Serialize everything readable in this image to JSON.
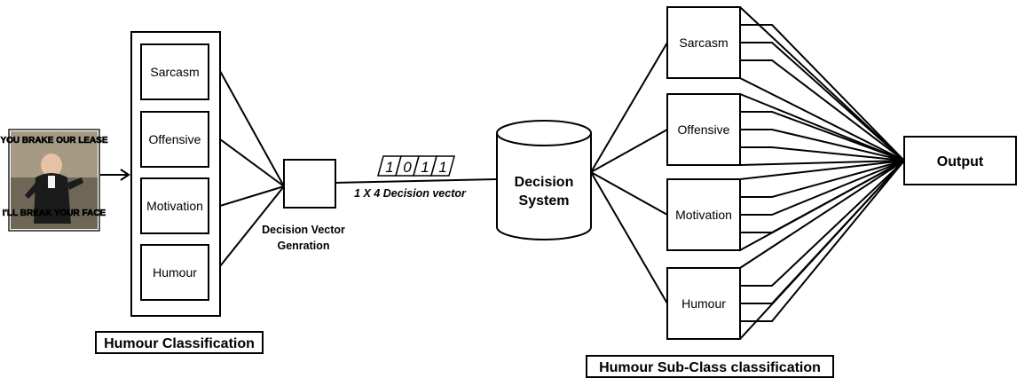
{
  "meme": {
    "top_text": "YOU BRAKE OUR LEASE",
    "bottom_text": "I'LL BREAK YOUR FACE"
  },
  "humour_classification": {
    "caption": "Humour Classification",
    "classes": [
      "Sarcasm",
      "Offensive",
      "Motivation",
      "Humour"
    ]
  },
  "decision_vector": {
    "caption_line1": "Decision Vector",
    "caption_line2": "Genration",
    "bits": [
      "1",
      "0",
      "1",
      "1"
    ],
    "label": "1 X 4 Decision vector"
  },
  "decision_system": {
    "line1": "Decision",
    "line2": "System"
  },
  "sub_class": {
    "caption": "Humour Sub-Class classification",
    "classes": [
      "Sarcasm",
      "Offensive",
      "Motivation",
      "Humour"
    ]
  },
  "output": {
    "label": "Output"
  }
}
